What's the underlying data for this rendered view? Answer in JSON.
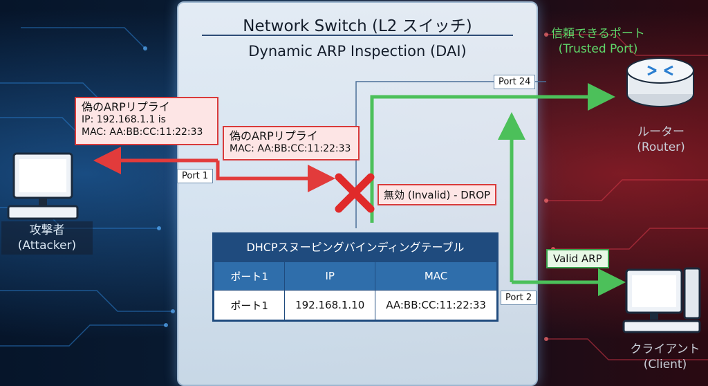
{
  "switch": {
    "title": "Network Switch (L2 スイッチ)",
    "subtitle": "Dynamic ARP Inspection (DAI)"
  },
  "fake_reply_left": {
    "title": "偽のARPリプライ",
    "line1": "IP: 192.168.1.1 is",
    "line2": "MAC: AA:BB:CC:11:22:33"
  },
  "fake_reply_inner": {
    "title": "偽のARPリプライ",
    "line1": "MAC: AA:BB:CC:11:22:33"
  },
  "ports": {
    "p1": "Port 1",
    "p24": "Port 24",
    "p2": "Port 2"
  },
  "drop_label": "無効 (Invalid) - DROP",
  "valid_label": "Valid ARP",
  "trusted": {
    "line1": "信頼できるポート",
    "line2": "(Trusted Port)"
  },
  "attacker": {
    "line1": "攻撃者",
    "line2": "(Attacker)"
  },
  "router": {
    "line1": "ルーター",
    "line2": "(Router)"
  },
  "client": {
    "line1": "クライアント",
    "line2": "(Client)"
  },
  "table": {
    "title": "DHCPスヌーピングバインディングテーブル",
    "headers": [
      "ポート1",
      "IP",
      "MAC"
    ],
    "row": [
      "ポート1",
      "192.168.1.10",
      "AA:BB:CC:11:22:33"
    ]
  },
  "colors": {
    "attack": "#e23b3b",
    "valid": "#4cc05a",
    "table_header": "#1f4b7e"
  },
  "icons": [
    "computer-icon",
    "router-icon",
    "drop-x-icon"
  ]
}
